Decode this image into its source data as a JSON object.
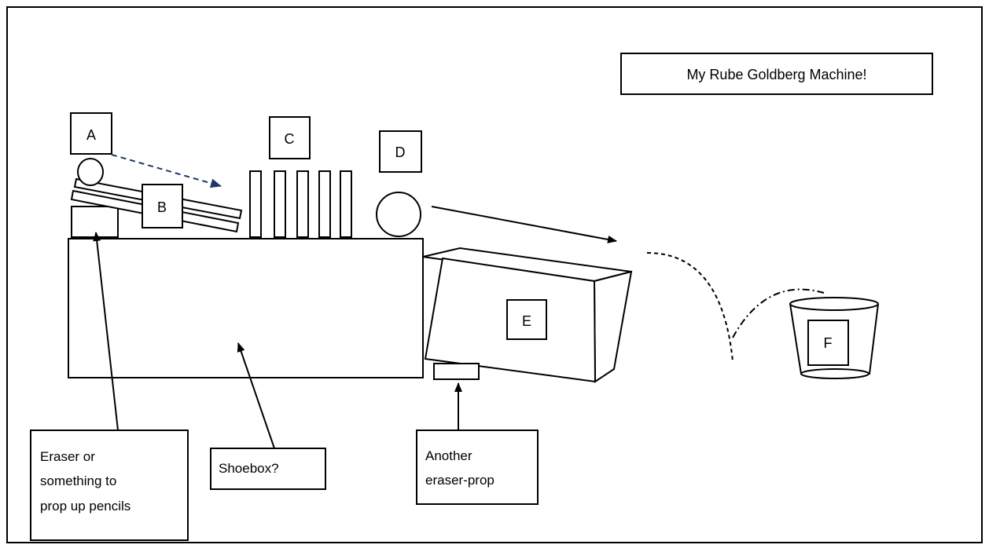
{
  "title": "My Rube Goldberg Machine!",
  "labels": {
    "a": "A",
    "b": "B",
    "c": "C",
    "d": "D",
    "e": "E",
    "f": "F"
  },
  "callouts": {
    "eraser": [
      "Eraser or",
      "something to",
      "prop up pencils"
    ],
    "shoebox": "Shoebox?",
    "another_eraser": [
      "Another",
      "eraser-prop"
    ]
  },
  "colors": {
    "line": "#000000",
    "dashed_arrow": "#1f3864",
    "background": "#ffffff"
  }
}
